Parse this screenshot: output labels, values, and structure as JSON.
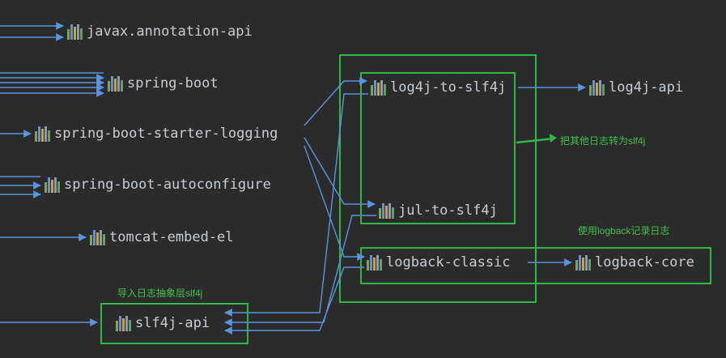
{
  "nodes": {
    "javax_annotation_api": "javax.annotation-api",
    "spring_boot": "spring-boot",
    "spring_boot_starter_logging": "spring-boot-starter-logging",
    "spring_boot_autoconfigure": "spring-boot-autoconfigure",
    "tomcat_embed_el": "tomcat-embed-el",
    "slf4j_api": "slf4j-api",
    "log4j_to_slf4j": "log4j-to-slf4j",
    "log4j_api": "log4j-api",
    "jul_to_slf4j": "jul-to-slf4j",
    "logback_classic": "logback-classic",
    "logback_core": "logback-core"
  },
  "annotations": {
    "bridge_note": "把其他日志转为slf4j",
    "logback_note": "使用logback记录日志",
    "slf4j_note": "导入日志抽象层slf4j"
  },
  "colors": {
    "background": "#2b2b2b",
    "arrow": "#5a94e0",
    "highlight_box": "#2fb845",
    "text": "#c9cdd2"
  },
  "icon": "maven-library-icon"
}
